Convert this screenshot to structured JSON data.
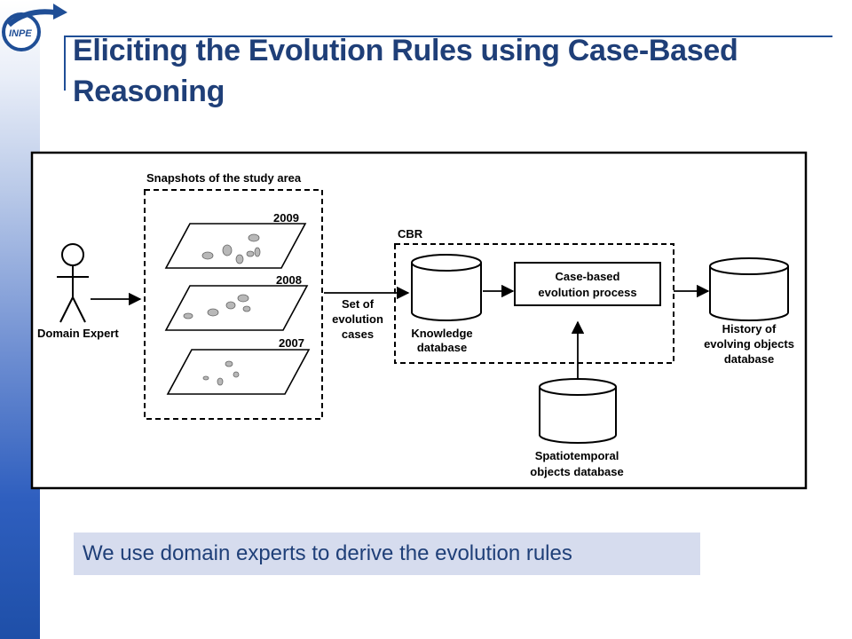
{
  "slide": {
    "title": "Eliciting the Evolution Rules using Case-Based Reasoning",
    "caption": "We use domain experts to derive the evolution rules",
    "logo_text": "INPE"
  },
  "diagram": {
    "actor_label": "Domain Expert",
    "snapshots_title": "Snapshots of the study area",
    "years": [
      "2009",
      "2008",
      "2007"
    ],
    "set_of_cases": [
      "Set of",
      "evolution",
      "cases"
    ],
    "cbr_label": "CBR",
    "knowledge_db": [
      "Knowledge",
      "database"
    ],
    "process": [
      "Case-based",
      "evolution process"
    ],
    "history_db": [
      "History of",
      "evolving objects",
      "database"
    ],
    "spatio_db": [
      "Spatiotemporal",
      "objects database"
    ]
  },
  "colors": {
    "title": "#1f3f78",
    "caption_bg": "#d6dcee",
    "accent": "#1f4e96"
  }
}
